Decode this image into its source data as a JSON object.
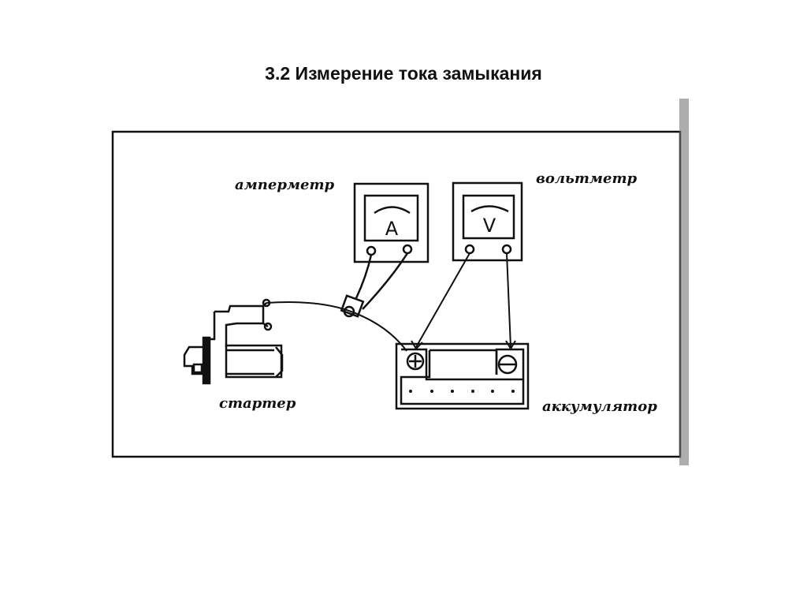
{
  "title": "3.2 Измерение тока замыкания",
  "diagram": {
    "labels": {
      "ammeter": "амперметр",
      "voltmeter": "вольтметр",
      "starter": "стартер",
      "battery": "аккумулятор"
    },
    "meter_symbols": {
      "ammeter": "A",
      "voltmeter": "V"
    },
    "battery_terminals": {
      "positive": "+",
      "negative": "−"
    }
  }
}
